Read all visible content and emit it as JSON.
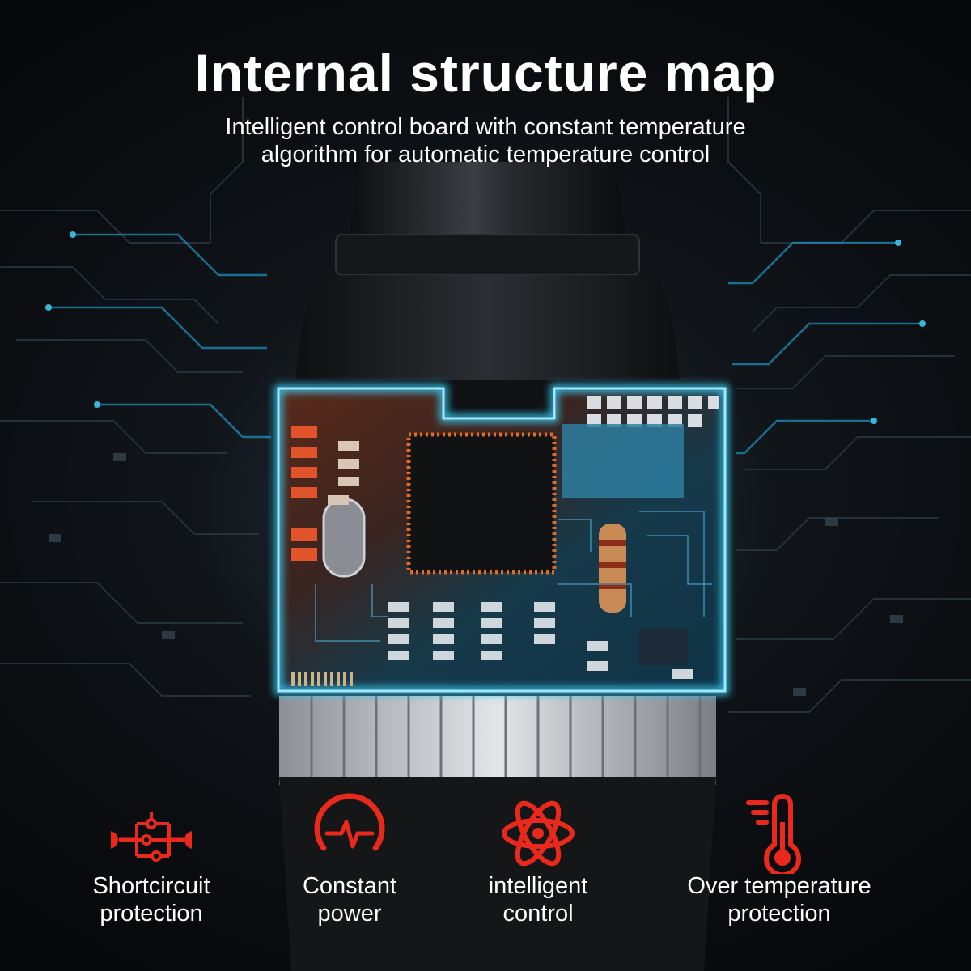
{
  "header": {
    "title": "Internal structure map",
    "subtitle_line1": "Intelligent control board with constant temperature",
    "subtitle_line2": "algorithm for automatic temperature control"
  },
  "colors": {
    "accent_red": "#e8291c",
    "glow_cyan": "#38c8f0",
    "board_blue": "#1e6f8a",
    "text": "#ffffff"
  },
  "features": [
    {
      "icon": "shortcircuit-icon",
      "line1": "Shortcircuit",
      "line2": "protection"
    },
    {
      "icon": "pulse-icon",
      "line1": "Constant",
      "line2": "power"
    },
    {
      "icon": "atom-icon",
      "line1": "intelligent",
      "line2": "control"
    },
    {
      "icon": "thermometer-icon",
      "line1": "Over temperature",
      "line2": "protection"
    }
  ]
}
